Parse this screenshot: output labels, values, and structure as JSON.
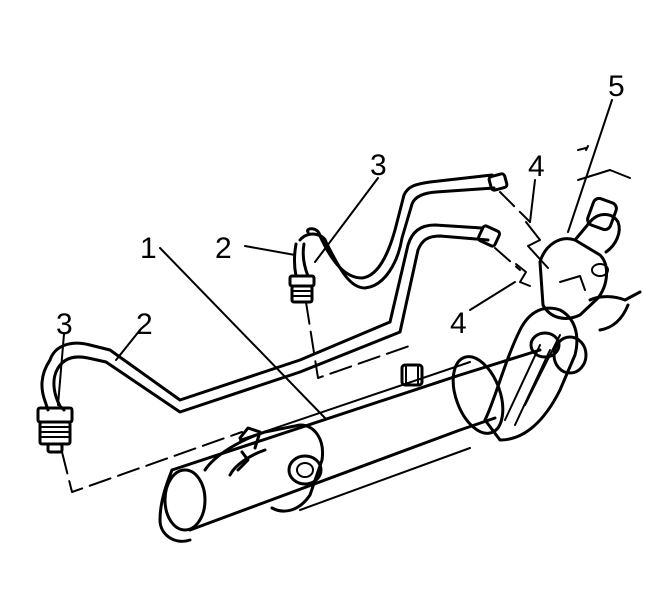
{
  "callouts": {
    "c1": "1",
    "c2a": "2",
    "c2b": "2",
    "c3a": "3",
    "c3b": "3",
    "c4a": "4",
    "c4b": "4",
    "c5": "5"
  },
  "colors": {
    "ink": "#000000",
    "background": "#ffffff"
  }
}
